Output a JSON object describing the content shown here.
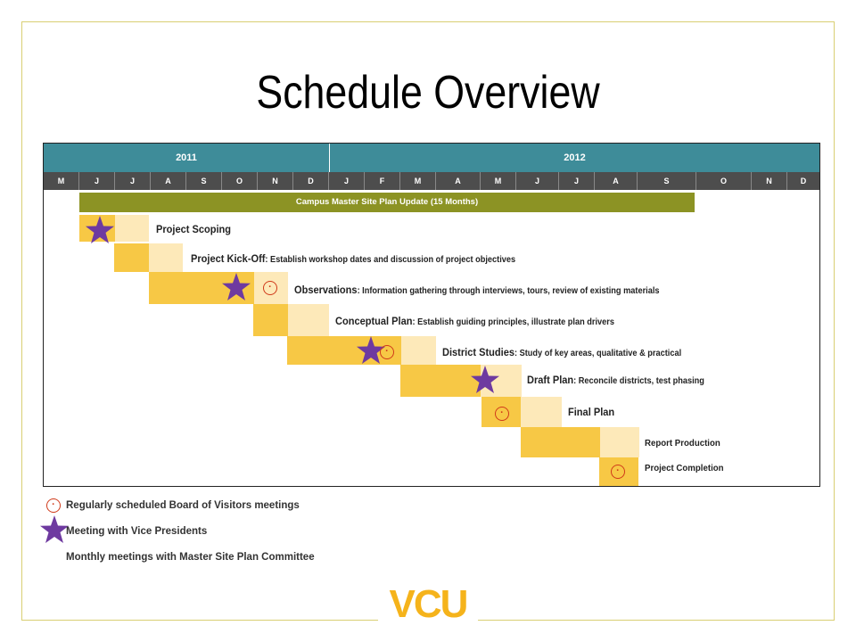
{
  "title": "Schedule Overview",
  "years": [
    "2011",
    "2012"
  ],
  "months": [
    "M",
    "J",
    "J",
    "A",
    "S",
    "O",
    "N",
    "D",
    "J",
    "F",
    "M",
    "A",
    "M",
    "J",
    "J",
    "A",
    "S",
    "O",
    "N",
    "D"
  ],
  "band_label": "Campus Master Site Plan Update (15 Months)",
  "tasks": [
    {
      "name": "Project Scoping",
      "desc": ""
    },
    {
      "name": "Project Kick-Off",
      "desc": ": Establish workshop dates and discussion of project objectives"
    },
    {
      "name": "Observations",
      "desc": ": Information gathering through interviews, tours, review of existing materials"
    },
    {
      "name": "Conceptual Plan",
      "desc": ": Establish guiding principles, illustrate plan drivers"
    },
    {
      "name": "District Studies",
      "desc": ": Study of key areas, qualitative & practical"
    },
    {
      "name": "Draft Plan",
      "desc": ": Reconcile districts, test phasing"
    },
    {
      "name": "Final Plan",
      "desc": ""
    },
    {
      "name": "Report Production",
      "desc": ""
    },
    {
      "name": "Project Completion",
      "desc": ""
    }
  ],
  "legend": {
    "board": "Regularly scheduled Board of Visitors meetings",
    "vp": "Meeting with Vice Presidents",
    "committee": "Monthly meetings with Master Site Plan Committee"
  },
  "logo": "VCU",
  "colors": {
    "header_teal": "#3e8c99",
    "month_bar": "#4d4d4d",
    "band_olive": "#8c9324",
    "task_dark": "#f7c845",
    "task_light": "#fde9b9",
    "star_purple": "#6e3aa0",
    "meeting_red": "#d03a1a",
    "logo_gold": "#f5b31b"
  }
}
